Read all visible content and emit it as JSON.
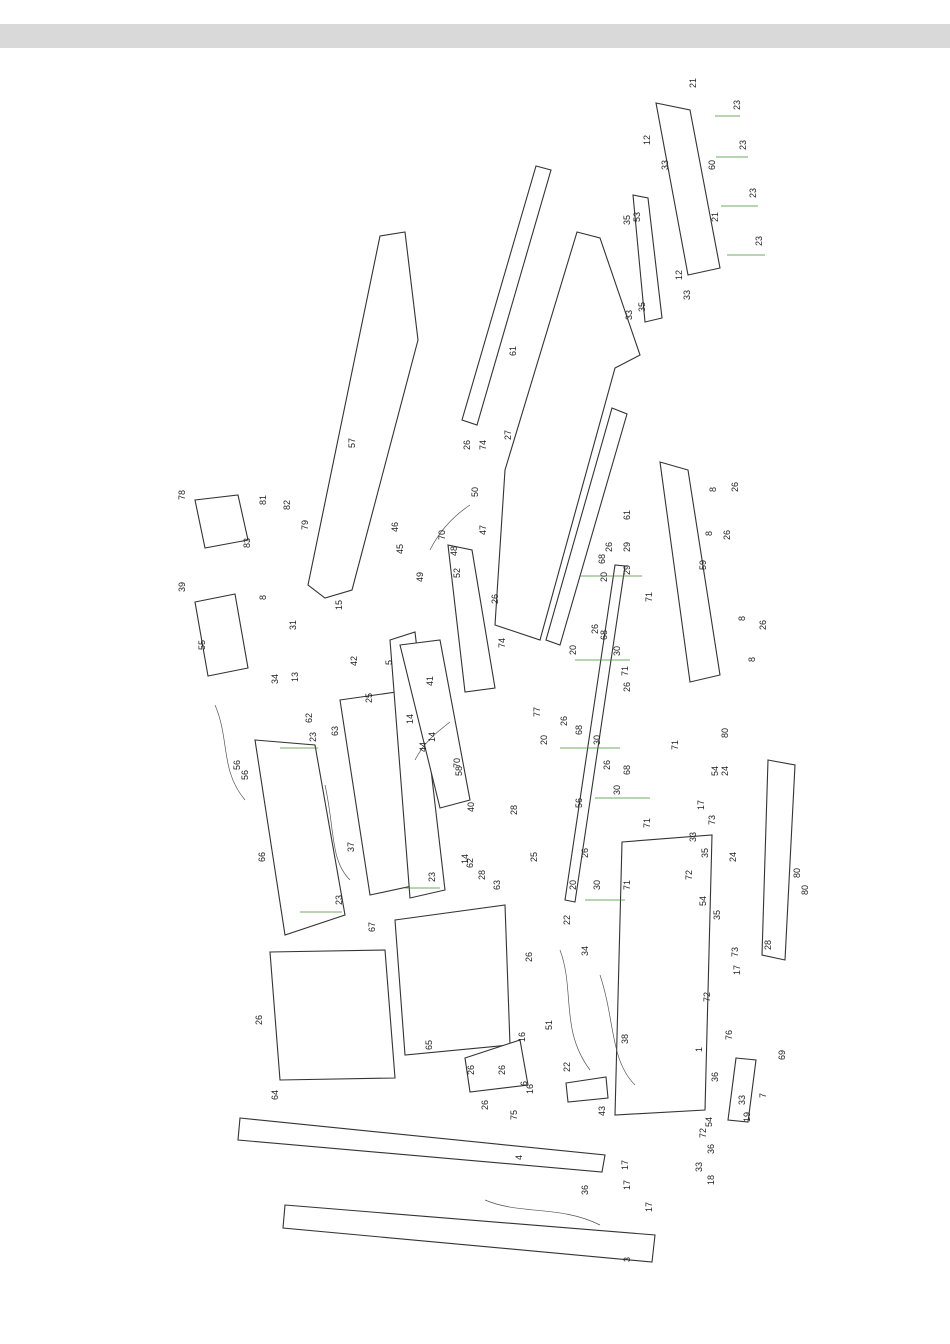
{
  "header": {
    "bar_color": "#d9d9d9"
  },
  "colors": {
    "leader": "#3c8f2e",
    "line": "#333333",
    "label": "#222222"
  },
  "callouts": [
    "1",
    "3",
    "4",
    "5",
    "6",
    "7",
    "8",
    "8",
    "8",
    "8",
    "8",
    "12",
    "12",
    "13",
    "14",
    "14",
    "14",
    "15",
    "16",
    "16",
    "17",
    "17",
    "17",
    "17",
    "17",
    "18",
    "19",
    "20",
    "20",
    "20",
    "20",
    "21",
    "21",
    "22",
    "22",
    "23",
    "23",
    "23",
    "23",
    "23",
    "23",
    "23",
    "24",
    "24",
    "25",
    "25",
    "26",
    "26",
    "26",
    "26",
    "26",
    "26",
    "26",
    "26",
    "26",
    "26",
    "26",
    "26",
    "26",
    "26",
    "26",
    "26",
    "27",
    "28",
    "28",
    "28",
    "29",
    "29",
    "30",
    "30",
    "30",
    "30",
    "31",
    "33",
    "33",
    "33",
    "33",
    "33",
    "33",
    "34",
    "34",
    "35",
    "35",
    "35",
    "35",
    "36",
    "36",
    "36",
    "37",
    "38",
    "39",
    "40",
    "41",
    "42",
    "43",
    "44",
    "45",
    "46",
    "47",
    "48",
    "49",
    "50",
    "51",
    "52",
    "53",
    "54",
    "54",
    "54",
    "55",
    "56",
    "56",
    "56",
    "57",
    "58",
    "59",
    "60",
    "61",
    "61",
    "62",
    "62",
    "63",
    "63",
    "64",
    "65",
    "66",
    "67",
    "68",
    "68",
    "68",
    "68",
    "69",
    "70",
    "70",
    "71",
    "71",
    "71",
    "71",
    "71",
    "72",
    "72",
    "72",
    "73",
    "73",
    "74",
    "74",
    "75",
    "76",
    "77",
    "78",
    "79",
    "80",
    "80",
    "80",
    "81",
    "82",
    "83"
  ]
}
